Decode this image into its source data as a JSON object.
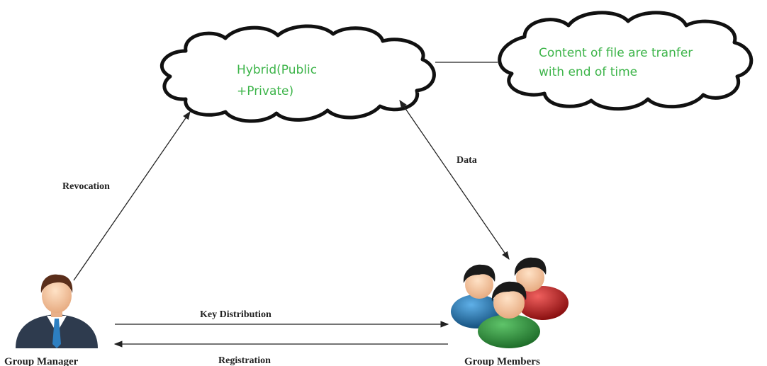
{
  "clouds": {
    "hybrid": {
      "lines": [
        "Hybrid(Public",
        "+Private)"
      ],
      "text_color": "#3cb449"
    },
    "content": {
      "lines": [
        "Content of file are tranfer",
        "with end of time"
      ],
      "text_color": "#3cb449"
    }
  },
  "edges": {
    "revocation": "Revocation",
    "data": "Data",
    "key_distribution": "Key Distribution",
    "registration": "Registration"
  },
  "nodes": {
    "group_manager": "Group Manager",
    "group_members": "Group Members"
  },
  "colors": {
    "member_blue": "#1f6fa8",
    "member_red": "#c0191b",
    "member_green": "#2e8b3a",
    "manager_suit": "#2e3b4e",
    "manager_tie": "#2d7fc1"
  }
}
